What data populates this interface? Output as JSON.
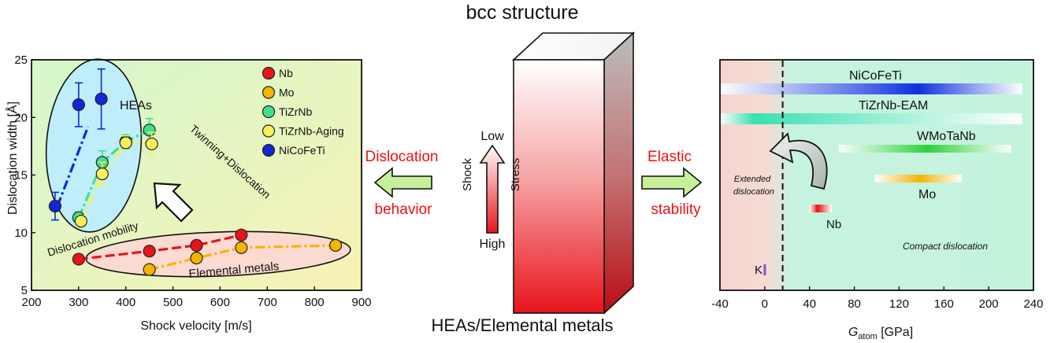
{
  "center": {
    "title": "bcc structure",
    "bottom_label": "HEAs/Elemental metals",
    "arrow_top": "Low",
    "arrow_bottom": "High",
    "arrow_side_left": "Shock",
    "arrow_side_right": "Stress",
    "left_label_1": "Dislocation",
    "left_label_2": "behavior",
    "right_label_1": "Elastic",
    "right_label_2": "stability"
  },
  "colors": {
    "accent_red": "#ee1111",
    "arrow_fill": "#c8f09a",
    "left_plot_bg_green": "#d9f7c8",
    "left_plot_bg_yellow": "#f6f3ba",
    "right_plot_bg": "#c9f4e0",
    "right_plot_pink": "#f6d8d2"
  },
  "chart_data": [
    {
      "type": "scatter",
      "xlabel": "Shock velocity [m/s]",
      "ylabel": "Dislocation width [Å]",
      "xlim": [
        200,
        900
      ],
      "ylim": [
        5,
        25
      ],
      "xticks": [
        "200",
        "300",
        "400",
        "500",
        "600",
        "700",
        "800",
        "900"
      ],
      "yticks": [
        "5",
        "10",
        "15",
        "20",
        "25"
      ],
      "legend": "top-right",
      "annotations": [
        "HEAs",
        "Twinning+Dislocation",
        "Dislocation mobility",
        "Elemental metals"
      ],
      "series": [
        {
          "name": "Nb",
          "color": "#e8141c",
          "points": [
            [
              300,
              7.7
            ],
            [
              450,
              8.4
            ],
            [
              550,
              8.9
            ],
            [
              645,
              9.8
            ]
          ],
          "err": [
            0.4,
            0.4,
            0.4,
            0.4
          ]
        },
        {
          "name": "Mo",
          "color": "#f5b400",
          "points": [
            [
              450,
              6.8
            ],
            [
              550,
              7.8
            ],
            [
              645,
              8.7
            ],
            [
              845,
              8.9
            ]
          ],
          "err": [
            0.4,
            0.4,
            0.4,
            0.4
          ]
        },
        {
          "name": "TiZrNb",
          "color": "#3ee08e",
          "points": [
            [
              300,
              11.3
            ],
            [
              350,
              16.1
            ],
            [
              400,
              17.9
            ],
            [
              450,
              18.9
            ]
          ],
          "err": [
            0.5,
            1.0,
            0.6,
            1.0
          ]
        },
        {
          "name": "TiZrNb-Aging",
          "color": "#f7f05a",
          "points": [
            [
              305,
              11.0
            ],
            [
              350,
              15.1
            ],
            [
              400,
              17.8
            ],
            [
              455,
              17.7
            ]
          ],
          "err": [
            0.5,
            1.0,
            0.6,
            1.0
          ]
        },
        {
          "name": "NiCoFeTi",
          "color": "#1028d8",
          "points": [
            [
              250,
              12.3
            ],
            [
              300,
              21.1
            ],
            [
              348,
              21.6
            ]
          ],
          "err": [
            1.2,
            1.9,
            2.6
          ]
        }
      ]
    },
    {
      "type": "bar",
      "xlabel_main": "G",
      "xlabel_sub": "atom",
      "xlabel_unit": " [GPa]",
      "xlim": [
        -40,
        240
      ],
      "xticks": [
        "-40",
        "0",
        "40",
        "80",
        "120",
        "160",
        "200",
        "240"
      ],
      "boundary": 16,
      "annotations": [
        "Extended dislocation",
        "Compact dislocation"
      ],
      "ranges": [
        {
          "name": "NiCoFeTi",
          "from": -40,
          "to": 230,
          "peak": 137,
          "color": "#1030e0"
        },
        {
          "name": "TiZrNb-EAM",
          "from": -40,
          "to": 230,
          "peak": -10,
          "color": "#39e0b0"
        },
        {
          "name": "WMoTaNb",
          "from": 66,
          "to": 220,
          "peak": 145,
          "color": "#2ed13a"
        },
        {
          "name": "Mo",
          "from": 98,
          "to": 176,
          "peak": 138,
          "color": "#f5b400"
        },
        {
          "name": "Nb",
          "from": 40,
          "to": 60,
          "peak": 47,
          "color": "#e81010"
        },
        {
          "name": "K",
          "from": -1,
          "to": 1,
          "peak": 0,
          "color": "#8855cc"
        }
      ]
    }
  ]
}
